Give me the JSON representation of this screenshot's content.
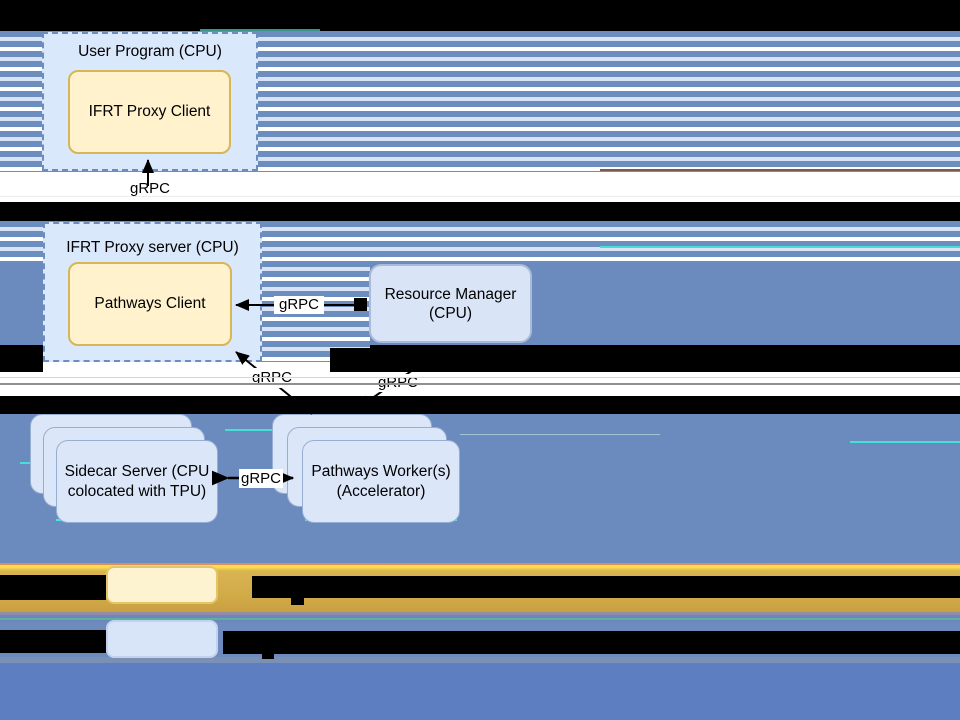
{
  "diagram": {
    "nodes": {
      "user_program": {
        "title": "User Program (CPU)"
      },
      "ifrt_proxy_client": {
        "label": "IFRT Proxy Client"
      },
      "ifrt_proxy_server": {
        "title": "IFRT Proxy server (CPU)"
      },
      "pathways_client": {
        "label": "Pathways Client"
      },
      "resource_manager": {
        "label": "Resource Manager (CPU)"
      },
      "sidecar_server": {
        "label": "Sidecar Server (CPU colocated with TPU)"
      },
      "pathways_workers": {
        "label": "Pathways Worker(s) (Accelerator)"
      }
    },
    "edge_labels": {
      "grpc_client_server": "gRPC",
      "grpc_rm_client": "gRPC",
      "grpc_client_workers": "gRPC",
      "grpc_rm_workers": "gRPC",
      "grpc_sidecar_workers": "gRPC"
    }
  },
  "legend": {
    "yellow_swatch_color": "#fdf3d0",
    "blue_swatch_color": "#d8e4f8",
    "label_text_state": "obscured-black-bars"
  },
  "colors": {
    "stripe_blue": "#6c8ebf",
    "stripe_light": "#d8e3f5",
    "group_fill": "#dae8fc",
    "group_border": "#6c8ebf",
    "yellow_fill": "#fff2cc",
    "yellow_border": "#d6b656",
    "card_fill": "#dbe6f9",
    "card_border": "#97aed2",
    "solid_blue_band": "#6b8abe",
    "bottom_blue_band": "#5e7ec2",
    "gold_band": "#d2ab49",
    "glitch_cyan": "#45e0d5",
    "black_band": "#000000",
    "arrow": "#000000"
  }
}
